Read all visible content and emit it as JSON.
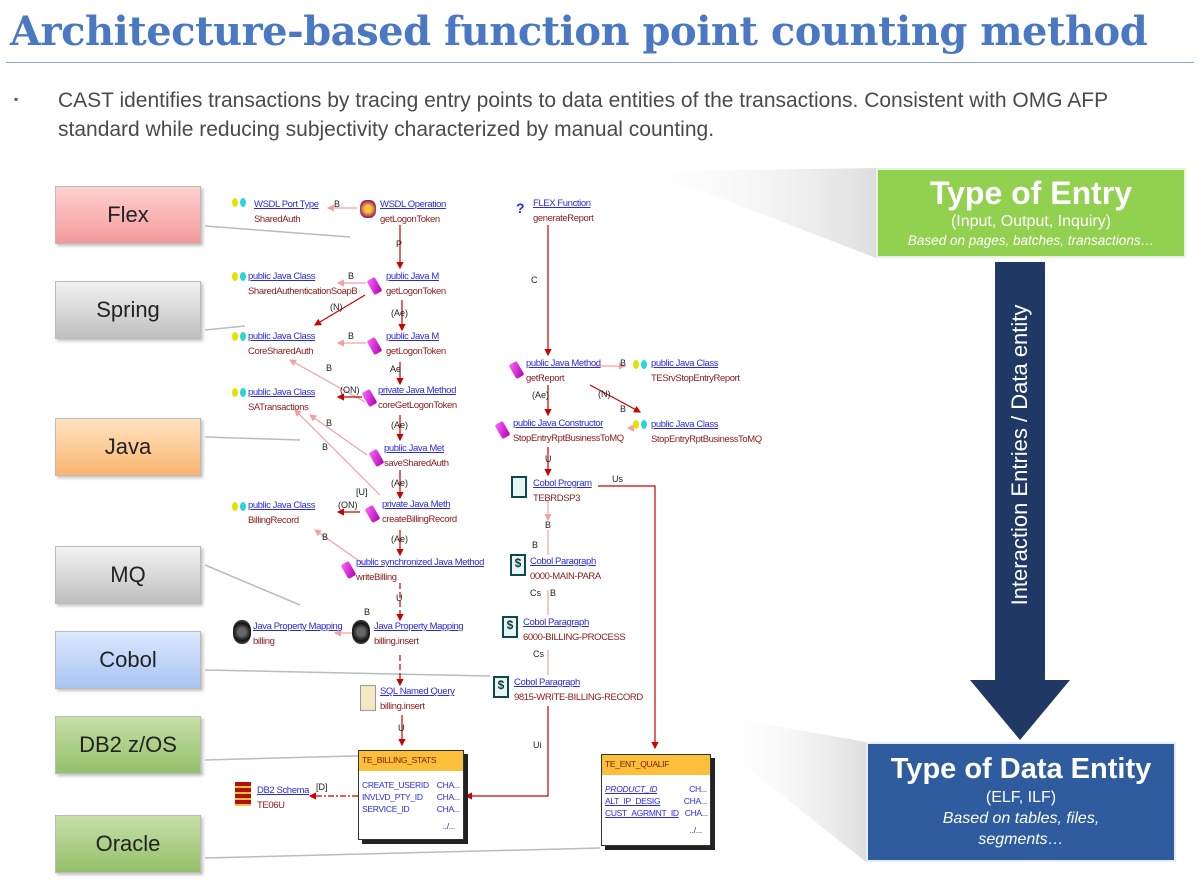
{
  "title": "Architecture-based function point counting method",
  "bullet": "▪",
  "intro": "CAST identifies transactions by tracing entry points to data entities of the transactions. Consistent with OMG AFP standard while reducing subjectivity characterized by manual counting.",
  "technologies": [
    "Flex",
    "Spring",
    "Java",
    "MQ",
    "Cobol",
    "DB2 z/OS",
    "Oracle"
  ],
  "nodes": [
    {
      "type": "WSDL Port Type",
      "name": "SharedAuth"
    },
    {
      "type": "WSDL Operation",
      "name": "getLogonToken"
    },
    {
      "type": "public Java Class",
      "name": "SharedAuthenticationSoapB"
    },
    {
      "type": "public Java M",
      "name": "getLogonToken"
    },
    {
      "type": "public Java Class",
      "name": "CoreSharedAuth"
    },
    {
      "type": "public Java M",
      "name": "getLogonToken"
    },
    {
      "type": "public Java Class",
      "name": "SATransactions"
    },
    {
      "type": "private Java Method",
      "name": "coreGetLogonToken"
    },
    {
      "type": "public Java Met",
      "name": "saveSharedAuth"
    },
    {
      "type": "public Java Class",
      "name": "BillingRecord"
    },
    {
      "type": "private Java Meth",
      "name": "createBillingRecord"
    },
    {
      "type": "public synchronized Java Method",
      "name": "writeBilling"
    },
    {
      "type": "Java Property Mapping",
      "name": "billing"
    },
    {
      "type": "Java Property Mapping",
      "name": "billing.insert"
    },
    {
      "type": "SQL Named Query",
      "name": "billing.insert"
    },
    {
      "type": "DB2 Schema",
      "name": "TE06U"
    },
    {
      "type": "FLEX Function",
      "name": "generateReport"
    },
    {
      "type": "public Java Method",
      "name": "getReport"
    },
    {
      "type": "public Java Class",
      "name": "TESrvStopEntryReport"
    },
    {
      "type": "public Java Constructor",
      "name": "StopEntryRptBusinessToMQ"
    },
    {
      "type": "public Java Class",
      "name": "StopEntryRptBusinessToMQ"
    },
    {
      "type": "Cobol Program",
      "name": "TEBRDSP3"
    },
    {
      "type": "Cobol Paragraph",
      "name": "0000-MAIN-PARA"
    },
    {
      "type": "Cobol Paragraph",
      "name": "6000-BILLING-PROCESS"
    },
    {
      "type": "Cobol Paragraph",
      "name": "9815-WRITE-BILLING-RECORD"
    }
  ],
  "tables": [
    {
      "name": "TE_BILLING_STATS",
      "rows": [
        [
          "CREATE_USERID",
          "CHA..."
        ],
        [
          "INVLVD_PTY_ID",
          "CHA..."
        ],
        [
          "SERVICE_ID",
          "CHA..."
        ]
      ],
      "more": "../..."
    },
    {
      "name": "TE_ENT_QUALIF",
      "rows": [
        [
          "PRODUCT_ID",
          "CH..."
        ],
        [
          "ALT_IP_DESIG",
          "CHA..."
        ],
        [
          "CUST_AGRMNT_ID",
          "CHA..."
        ]
      ],
      "more": "../..."
    }
  ],
  "edge_labels": [
    "B",
    "P",
    "B",
    "(N)",
    "(Ae)",
    "B",
    "Ae",
    "B",
    "(ON)",
    "(Ae)",
    "B",
    "B",
    "(Ae)",
    "(ON)",
    "[U]",
    "B",
    "(Ae)",
    "U",
    "B",
    "U",
    "[D]",
    "C",
    "B",
    "(N)",
    "(Ae)",
    "B",
    "U",
    "Us",
    "B",
    "B",
    "Cs",
    "B",
    "Cs",
    "Ui"
  ],
  "entry_box": {
    "title": "Type of Entry",
    "subtitle": "(Input, Output, Inquiry)",
    "note": "Based on pages, batches, transactions…"
  },
  "arrow_label": "Interaction Entries / Data entity",
  "data_entity_box": {
    "title": "Type of Data Entity",
    "subtitle": "(ELF, ILF)",
    "note": "Based on tables, files, segments…"
  },
  "colors": {
    "title": "#4a78c2",
    "entry": "#92d050",
    "arrow": "#1f3864",
    "data_entity": "#2e5c9e",
    "link": "#2a2ae6",
    "edge": "#cc0000"
  }
}
